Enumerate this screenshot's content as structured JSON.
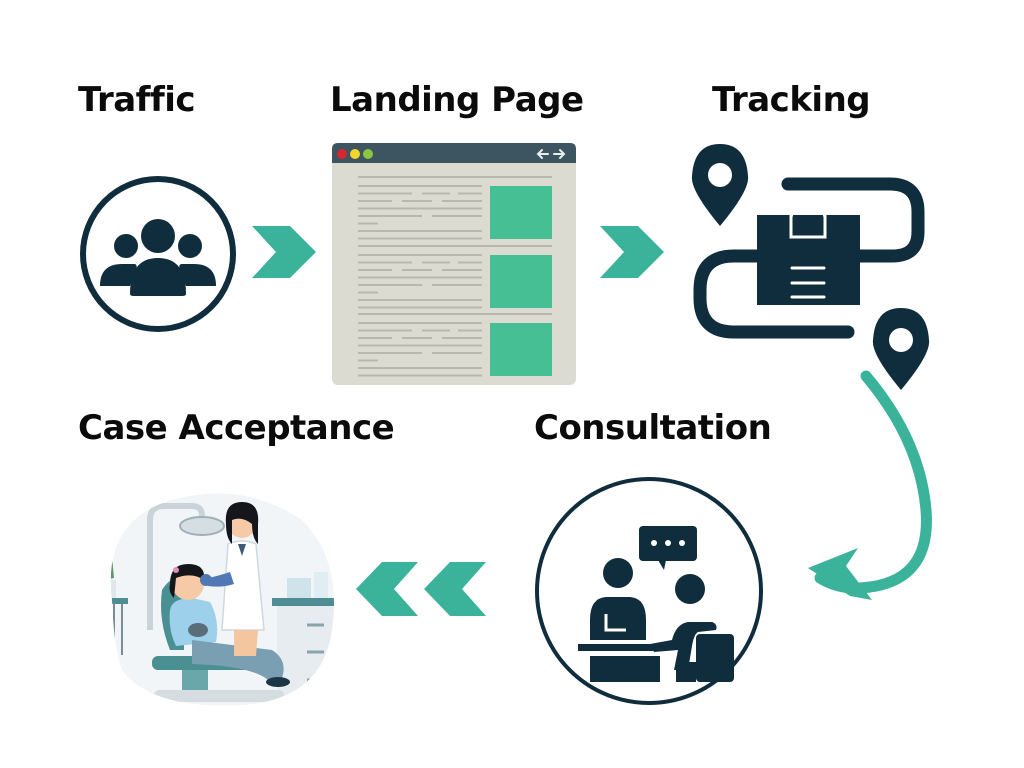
{
  "diagram": {
    "title": "Dental patient acquisition funnel",
    "steps": [
      {
        "id": "traffic",
        "label": "Traffic",
        "icon": "people-group-icon"
      },
      {
        "id": "landing",
        "label": "Landing Page",
        "icon": "browser-window-icon"
      },
      {
        "id": "tracking",
        "label": "Tracking",
        "icon": "package-route-icon"
      },
      {
        "id": "consultation",
        "label": "Consultation",
        "icon": "consultation-meeting-icon"
      },
      {
        "id": "case",
        "label": "Case Acceptance",
        "icon": "dentist-illustration"
      }
    ],
    "flow": [
      {
        "from": "Traffic",
        "to": "Landing Page",
        "connector": "chevron-right"
      },
      {
        "from": "Landing Page",
        "to": "Tracking",
        "connector": "chevron-right"
      },
      {
        "from": "Tracking",
        "to": "Consultation",
        "connector": "curved-arrow"
      },
      {
        "from": "Consultation",
        "to": "Case Acceptance",
        "connector": "double-chevron-left"
      }
    ]
  },
  "colors": {
    "teal_accent": "#3bb39b",
    "dark_navy": "#0f2d3d",
    "browser_bar": "#3d5561",
    "browser_body": "#dcdbd1",
    "browser_block": "#47bf95",
    "dot_red": "#d7262e",
    "dot_yellow": "#f2d62b",
    "dot_green": "#8cc63f"
  }
}
